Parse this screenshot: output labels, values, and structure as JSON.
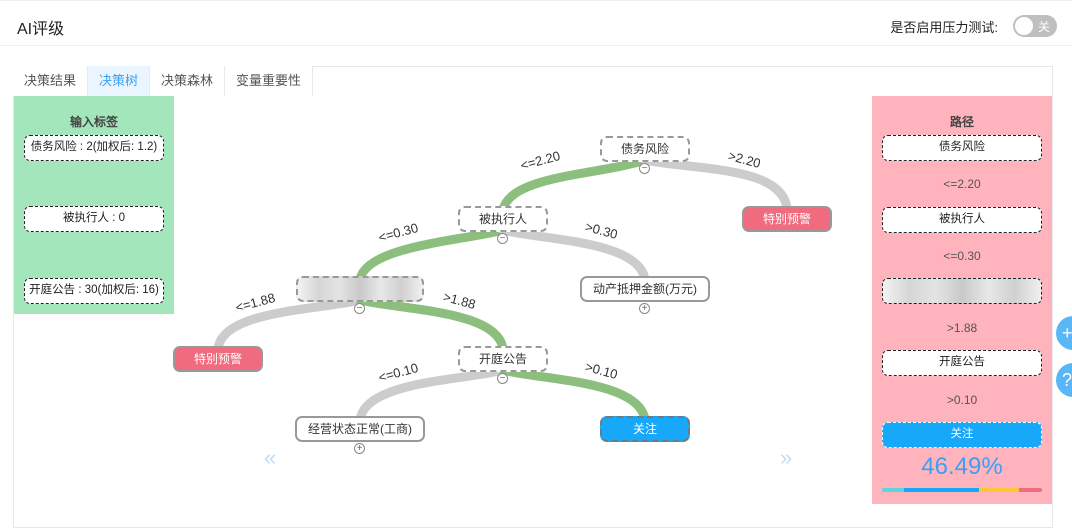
{
  "header": {
    "title": "AI评级",
    "stress_label": "是否启用压力测试:",
    "toggle_label": "关",
    "toggle_on": false
  },
  "tabs": [
    {
      "label": "决策结果"
    },
    {
      "label": "决策树",
      "active": true
    },
    {
      "label": "决策森林"
    },
    {
      "label": "变量重要性"
    }
  ],
  "input_panel": {
    "title": "输入标签",
    "items": [
      "债务风险 : 2(加权后: 1.2)",
      "被执行人 : 0",
      "开庭公告 : 30(加权后: 16)"
    ]
  },
  "tree": {
    "nodes": {
      "root": "债务风险",
      "n1": "被执行人",
      "n2": "",
      "warn_right": "特别预警",
      "n3": "动产抵押金额(万元)",
      "warn_left": "特别预警",
      "n4": "开庭公告",
      "n5": "经营状态正常(工商)",
      "leaf": "关注"
    },
    "edges": {
      "e1": "<=2.20",
      "e2": ">2.20",
      "e3": "<=0.30",
      "e4": ">0.30",
      "e5": "<=1.88",
      "e6": ">1.88",
      "e7": "<=0.10",
      "e8": ">0.10"
    },
    "collapse": "−",
    "expand": "+"
  },
  "path_panel": {
    "title": "路径",
    "steps": [
      "债务风险",
      "<=2.20",
      "被执行人",
      "<=0.30",
      "",
      ">1.88",
      "开庭公告",
      ">0.10"
    ],
    "result": "关注",
    "probability": "46.49%",
    "bar": [
      {
        "color": "#5fd3e0",
        "fraction": 0.14
      },
      {
        "color": "#17a8fa",
        "fraction": 0.4649
      },
      {
        "color": "#fcc936",
        "fraction": 0.25
      },
      {
        "color": "#f06b7e",
        "fraction": 0.145
      }
    ]
  },
  "colors": {
    "path_edge": "#8cbf7e",
    "other_edge": "#cccccc",
    "warn": "#f06b7e",
    "focus": "#17a8fa"
  }
}
